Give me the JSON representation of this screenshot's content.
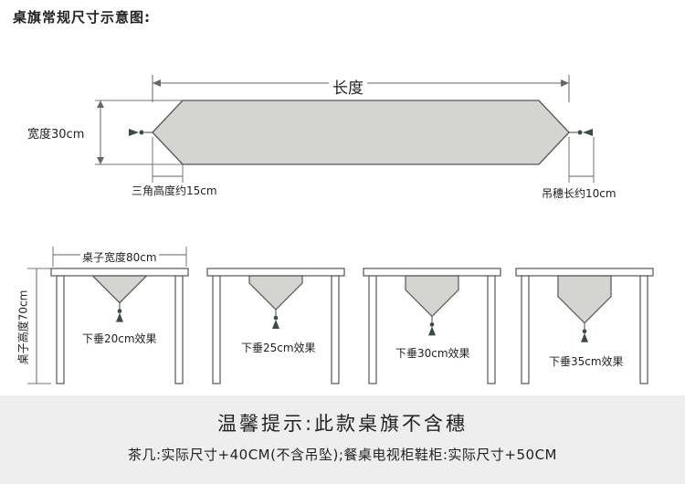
{
  "title": "桌旗常规尺寸示意图:",
  "top_diagram": {
    "length_label": "长度",
    "width_label": "宽度30cm",
    "triangle_label": "三角高度约15cm",
    "tassel_label": "吊穗长约10cm"
  },
  "tables": {
    "table_width_label": "桌子宽度80cm",
    "table_height_label": "桌子高度70cm",
    "drops": [
      {
        "label": "下垂20cm效果",
        "drop_cm": 20
      },
      {
        "label": "下垂25cm效果",
        "drop_cm": 25
      },
      {
        "label": "下垂30cm效果",
        "drop_cm": 30
      },
      {
        "label": "下垂35cm效果",
        "drop_cm": 35
      }
    ]
  },
  "footer": {
    "tip": "温馨提示:此款桌旗不含穗",
    "note": "茶几:实际尺寸+40CM(不含吊坠);餐桌电视柜鞋柜:实际尺寸+50CM"
  },
  "colors": {
    "runner_fill": "#d4d4d2",
    "line": "#555555",
    "tassel": "#3c4a48",
    "footer_bg": "#eeeeee"
  }
}
